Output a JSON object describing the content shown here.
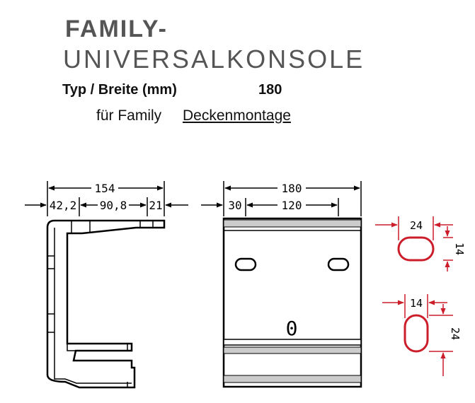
{
  "header": {
    "title_line1": "FAMILY-",
    "title_line2": "UNIVERSALKONSOLE",
    "type_label": "Typ / Breite (mm)",
    "type_value": "180",
    "mount_label": "für Family",
    "mount_value": "Deckenmontage"
  },
  "side_view": {
    "total_width": "154",
    "segment_1": "42,2",
    "segment_2": "90,8",
    "segment_3": "21"
  },
  "front_view": {
    "total_width": "180",
    "segment_1": "30",
    "segment_2": "120",
    "slot_label": "0"
  },
  "slot_horizontal": {
    "width": "24",
    "height": "14"
  },
  "slot_vertical": {
    "width": "14",
    "height": "24"
  },
  "colors": {
    "dimension_red": "#cc1e2a",
    "line": "#000000",
    "title_gray": "#555555"
  }
}
